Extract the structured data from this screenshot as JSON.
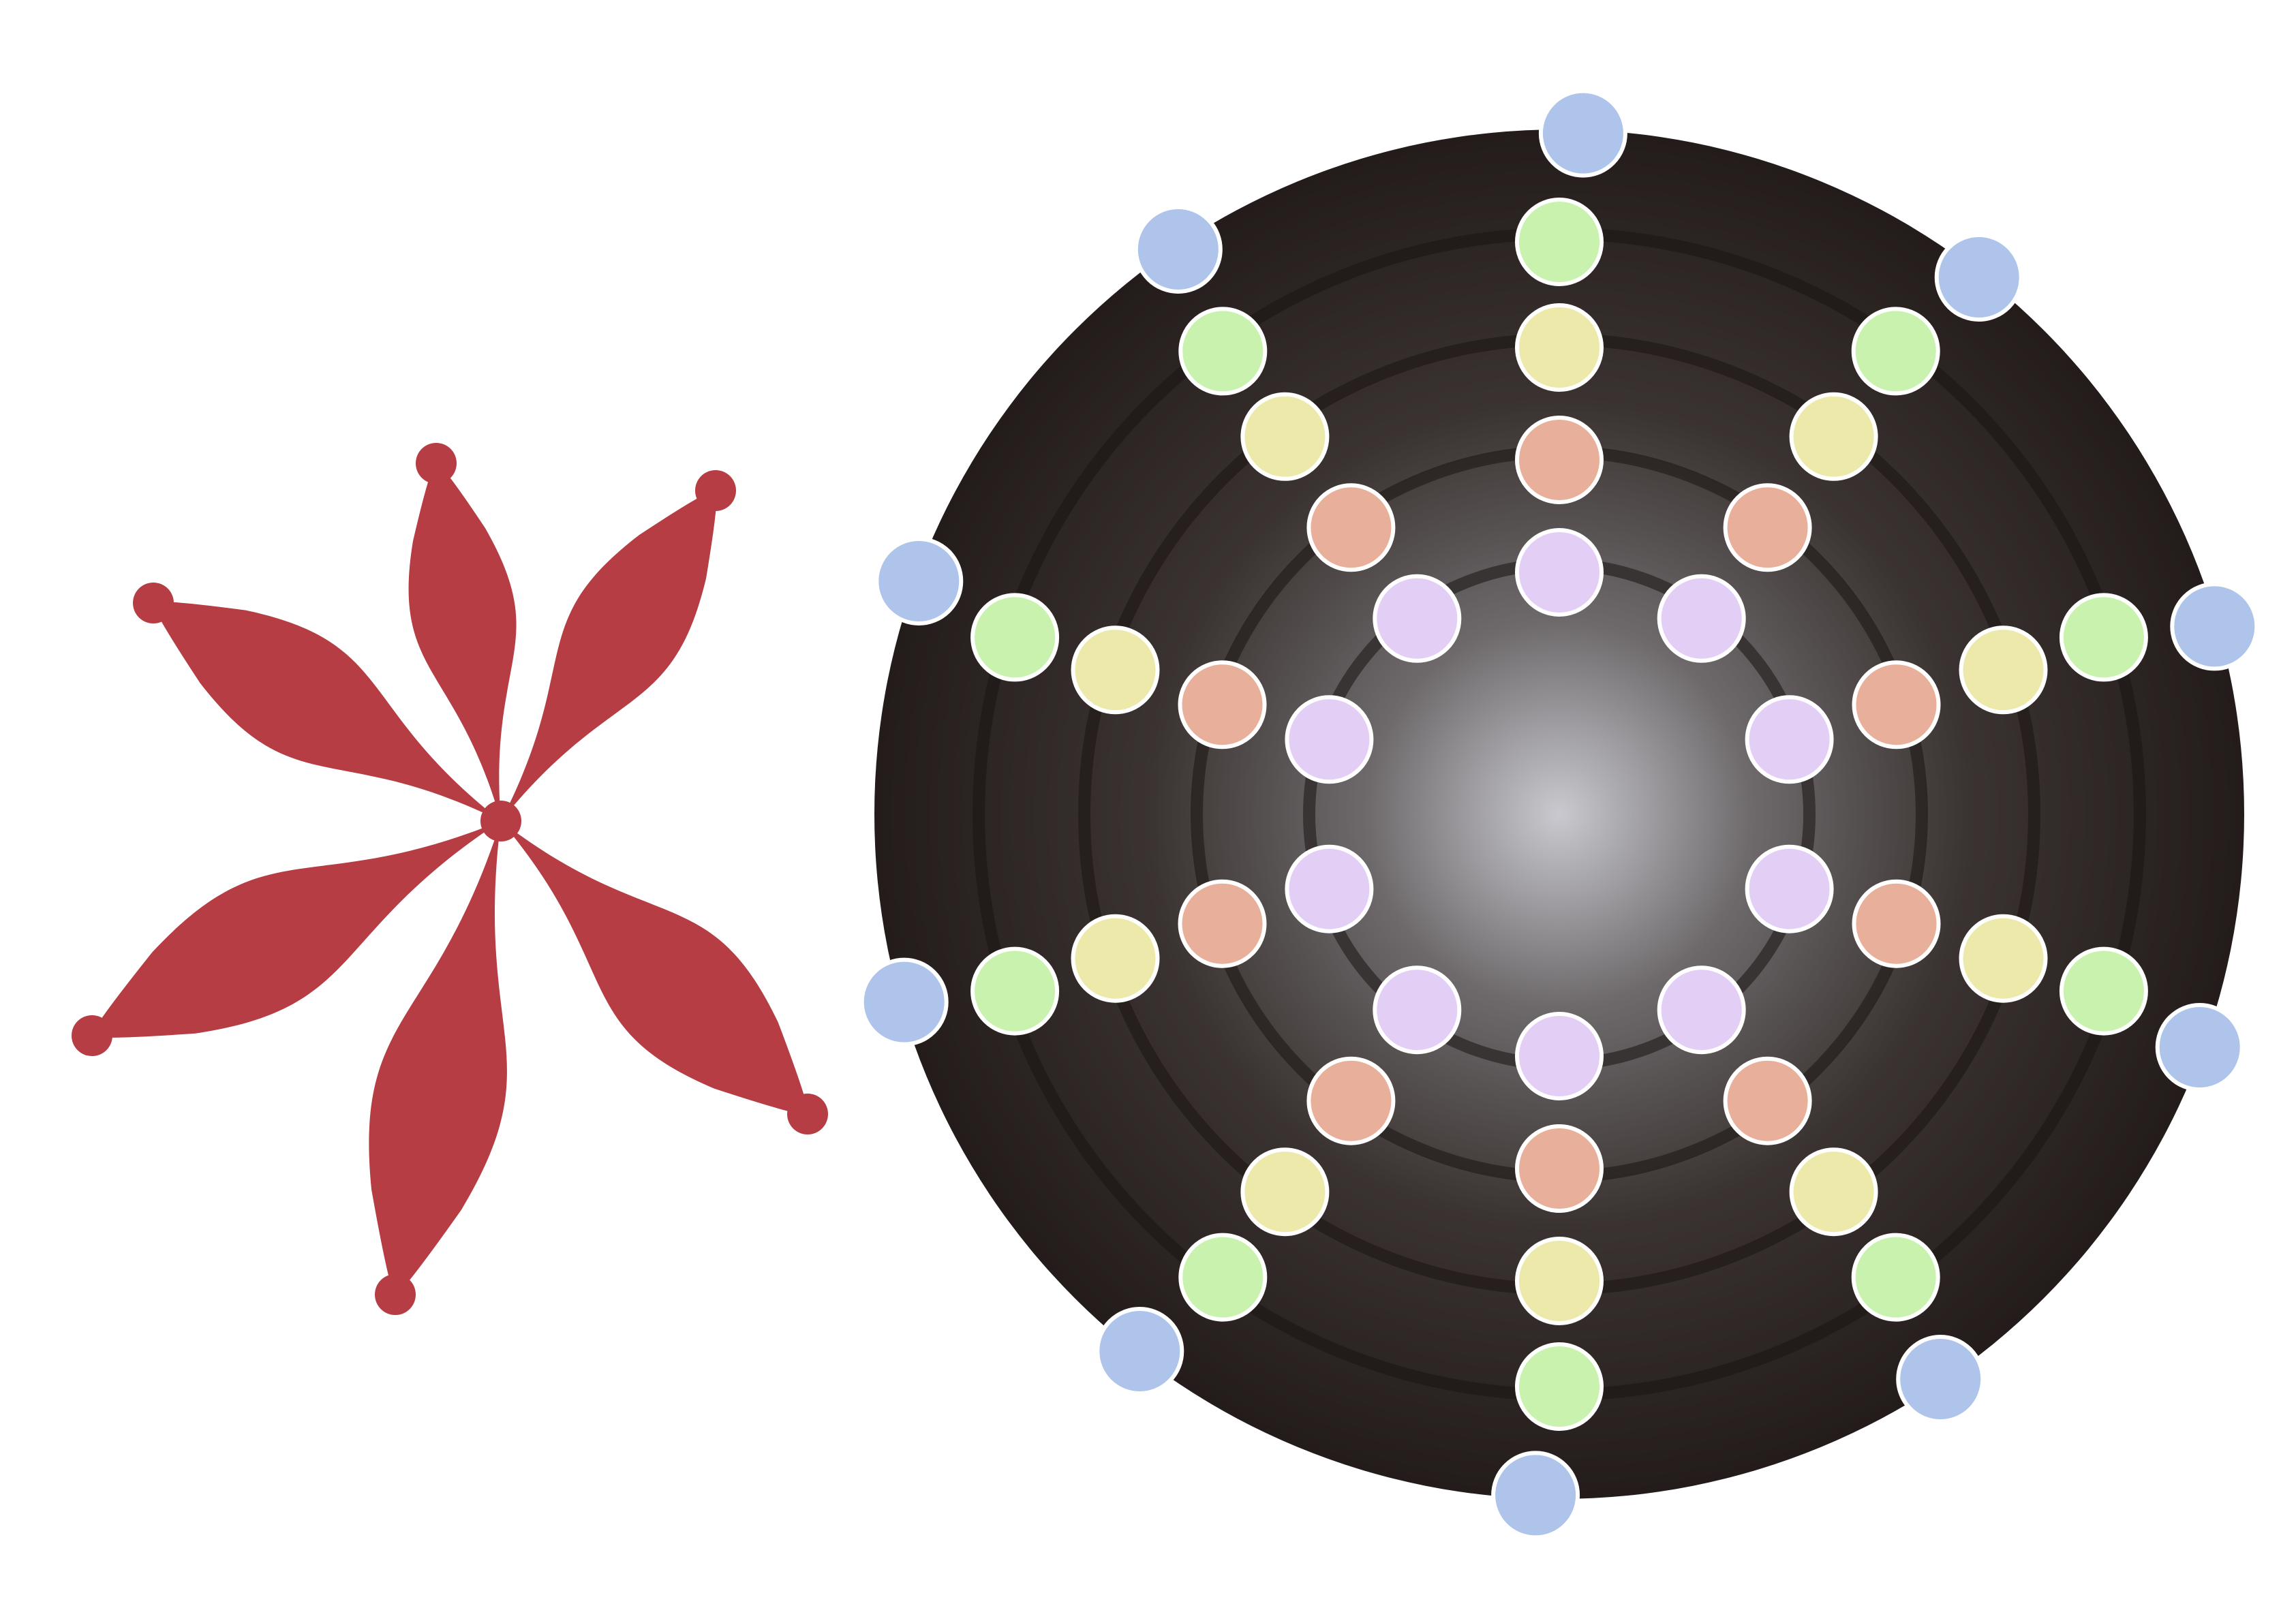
{
  "colors": {
    "background": "#ffffff",
    "star": "#b63d44",
    "disc_dark": "#231c1a",
    "disc_mid": "#3a3331",
    "disc_center": "#c9c9cf",
    "ring_line": "#1a1412",
    "dot_outline": "#ffffff"
  },
  "star": {
    "arm_count": 6
  },
  "rings": [
    {
      "name": "ring-1-inner",
      "dot_color": "#e3cef5",
      "dot_count": 10
    },
    {
      "name": "ring-2",
      "dot_color": "#e8b09a",
      "dot_count": 10
    },
    {
      "name": "ring-3",
      "dot_color": "#ece9aa",
      "dot_count": 10
    },
    {
      "name": "ring-4",
      "dot_color": "#c8f2ad",
      "dot_count": 10
    },
    {
      "name": "ring-5-outer",
      "dot_color": "#aec4ea",
      "dot_count": 10
    }
  ]
}
